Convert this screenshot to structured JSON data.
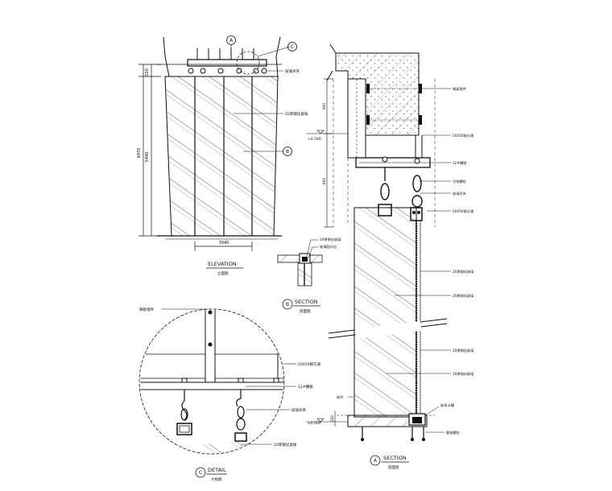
{
  "elevation": {
    "title": "ELEVATION",
    "subtitle": "立面图",
    "dims": {
      "top": "100",
      "total": "6970",
      "main": "5490",
      "width": "3940"
    },
    "labels": {
      "glass": "20厚钢化玻璃",
      "bracket": "玻璃吊夹",
      "marker_a": "A",
      "marker_b": "B",
      "marker_c": "C"
    }
  },
  "section_b": {
    "title": "SECTION",
    "subtitle": "剖面图",
    "marker": "B",
    "labels": {
      "glass": "20厚钢化玻璃",
      "sealant": "玻璃胶封边"
    }
  },
  "section_a": {
    "title": "SECTION",
    "subtitle": "剖面图",
    "marker": "A",
    "level_top": "+4.590",
    "level_bottom": "±0.000",
    "dims": {
      "upper": "900",
      "lower": "600",
      "base": "100"
    },
    "labels": {
      "plate": "钢板埋件",
      "channel_top": "50X50钢方通",
      "bolt": "12#槽钢",
      "bolt2": "吊钩螺栓",
      "clip": "玻璃吊夹",
      "channel_bottom": "50X50钢方通",
      "glass1": "20厚钢化玻璃",
      "glass2": "20厚钢化玻璃",
      "glass3": "20厚钢化玻璃",
      "glass4": "20厚钢化玻璃",
      "bottom_left": "地坪",
      "bottom_right1": "玻璃卡槽",
      "bottom_right2": "膨胀螺栓"
    }
  },
  "detail": {
    "title": "DETAIL",
    "subtitle": "大样图",
    "marker": "C",
    "labels": {
      "plate": "钢板埋件",
      "channel": "50X50钢方通",
      "bolt": "12#槽钢",
      "clip": "玻璃吊夹",
      "glass": "20厚钢化玻璃"
    }
  }
}
